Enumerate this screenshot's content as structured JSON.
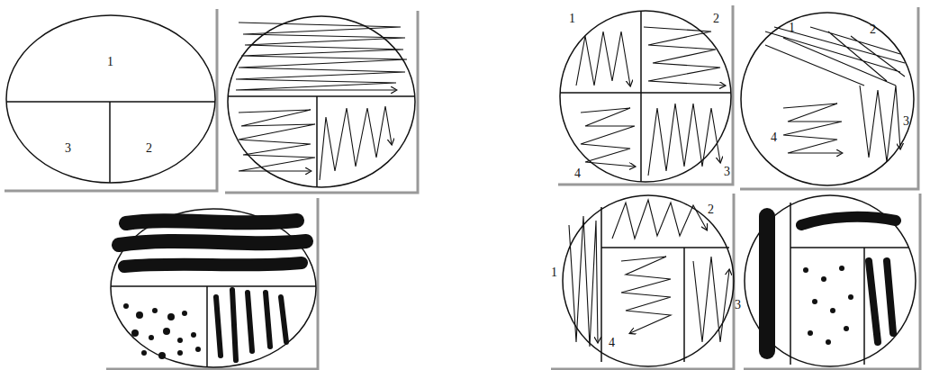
{
  "diagram": {
    "labels": [
      "1",
      "3",
      "2",
      "1",
      "2",
      "4",
      "3",
      "1",
      "2",
      "3",
      "4",
      "2",
      "1",
      "3",
      "4"
    ]
  }
}
